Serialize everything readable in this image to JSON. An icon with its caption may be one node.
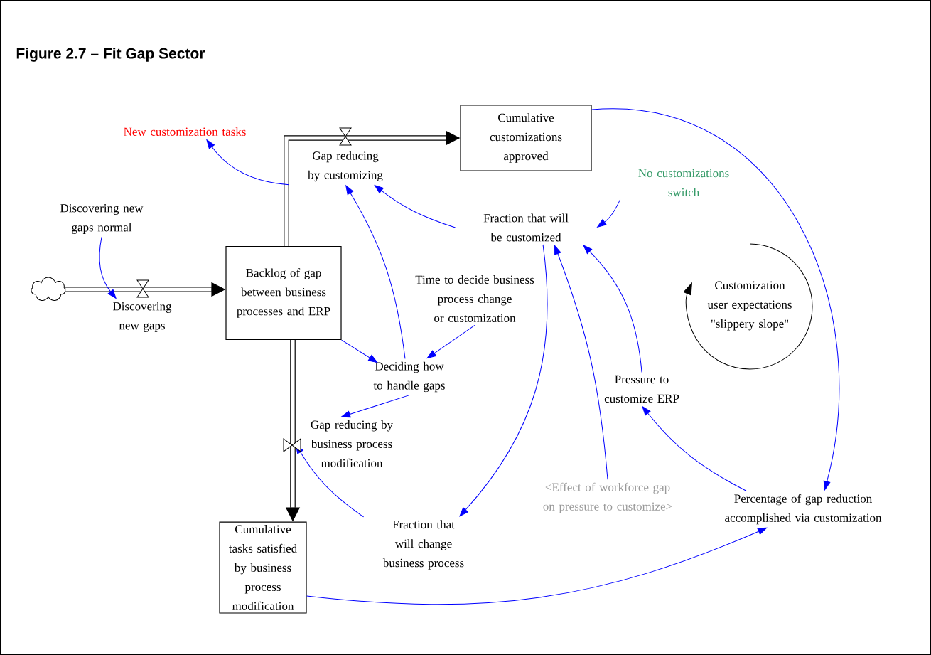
{
  "diagram": {
    "title": "Figure 2.7 – Fit Gap Sector",
    "nodes": [
      {
        "text": [],
        "shape": "cloud"
      },
      {
        "text": [
          "Backlog of gap between business processes and ERP"
        ]
      },
      {
        "text": [
          "Cumulative customizations approved"
        ]
      },
      {
        "text": [
          "Cumulative tasks satisfied by business process modification"
        ]
      },
      {
        "text": [
          "Discovering new gaps"
        ]
      },
      {
        "text": [
          "Discovering new gaps normal"
        ]
      },
      {
        "text": [
          "Gap reducing by customizing"
        ]
      },
      {
        "text": [
          "New customization tasks"
        ]
      },
      {
        "text": [
          "Gap reducing by business process modification"
        ]
      },
      {
        "text": [
          "Fraction that will be customized"
        ]
      },
      {
        "text": [
          "No customizations switch"
        ]
      },
      {
        "text": [
          "Time to decide business process change or customization"
        ]
      },
      {
        "text": [
          "Deciding how to handle gaps"
        ]
      },
      {
        "text": [
          "Fraction that will change business process"
        ]
      },
      {
        "text": [
          "<Effect of workforce gap on pressure to customize>"
        ]
      },
      {
        "text": [
          "Pressure to customize ERP"
        ]
      },
      {
        "text": [
          "Percentage of gap reduction accomplished via customization"
        ]
      }
    ],
    "edges": [
      {
        "from": 0,
        "to": 1,
        "arrow": "to",
        "style": "thick",
        "color": "#000000"
      },
      {
        "from": 1,
        "to": 2,
        "arrow": "to",
        "style": "thick",
        "color": "#000000"
      },
      {
        "from": 1,
        "to": 3,
        "arrow": "to",
        "style": "thick",
        "color": "#000000"
      },
      {
        "from": 5,
        "to": 4,
        "arrow": "to"
      },
      {
        "from": 6,
        "to": 7,
        "arrow": "to"
      },
      {
        "from": 9,
        "to": 6,
        "arrow": "to"
      },
      {
        "from": 12,
        "to": 6,
        "arrow": "to"
      },
      {
        "from": 10,
        "to": 9,
        "arrow": "to"
      },
      {
        "from": 1,
        "to": 12,
        "arrow": "to"
      },
      {
        "from": 11,
        "to": 12,
        "arrow": "to"
      },
      {
        "from": 12,
        "to": 8,
        "arrow": "to"
      },
      {
        "from": 13,
        "to": 8,
        "arrow": "to"
      },
      {
        "from": 9,
        "to": 13,
        "arrow": "to"
      },
      {
        "from": 14,
        "to": 9,
        "arrow": "to"
      },
      {
        "from": 15,
        "to": 9,
        "arrow": "to"
      },
      {
        "from": 16,
        "to": 15,
        "arrow": "to"
      },
      {
        "from": 2,
        "to": 16,
        "arrow": "to"
      },
      {
        "from": 3,
        "to": 16,
        "arrow": "to"
      }
    ],
    "labels": [
      "Customization user expectations \"slippery slope\""
    ]
  }
}
